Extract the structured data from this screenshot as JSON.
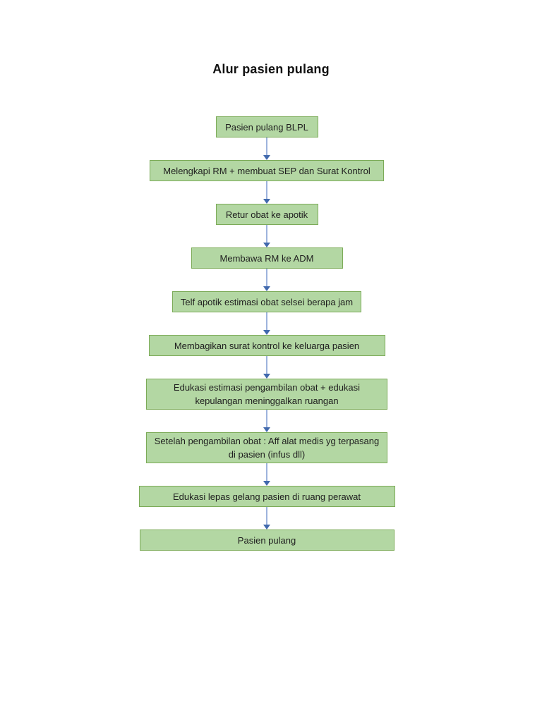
{
  "title": "Alur pasien pulang",
  "flowchart": {
    "node_fill": "#b3d7a3",
    "node_border": "#7cab58",
    "arrow_stem_color": "#9db3dd",
    "arrow_head_color": "#4169ad",
    "steps": [
      {
        "label": "Pasien pulang BLPL"
      },
      {
        "label": "Melengkapi RM + membuat SEP dan Surat Kontrol"
      },
      {
        "label": "Retur obat ke apotik"
      },
      {
        "label": "Membawa RM ke ADM"
      },
      {
        "label": "Telf apotik estimasi obat selsei berapa jam"
      },
      {
        "label": "Membagikan surat kontrol ke keluarga pasien"
      },
      {
        "label": "Edukasi estimasi pengambilan obat + edukasi kepulangan meninggalkan ruangan"
      },
      {
        "label": "Setelah pengambilan obat : Aff alat medis yg terpasang di pasien (infus dll)"
      },
      {
        "label": "Edukasi lepas gelang pasien di ruang perawat"
      },
      {
        "label": "Pasien pulang"
      }
    ]
  }
}
